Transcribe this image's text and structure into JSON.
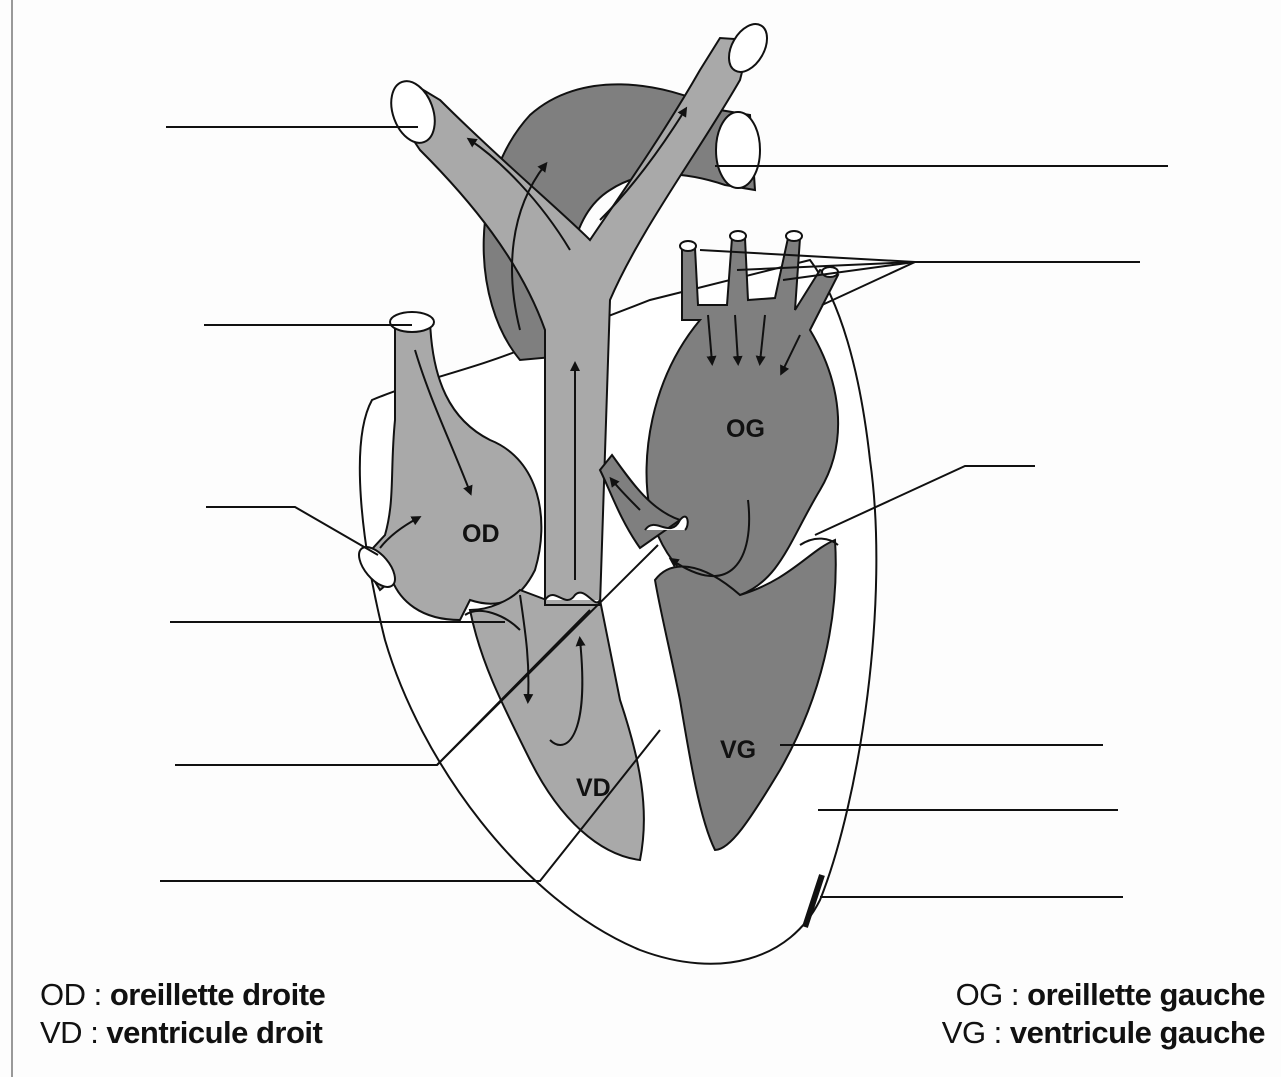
{
  "diagram": {
    "chamber_labels": {
      "od": "OD",
      "vd": "VD",
      "og": "OG",
      "vg": "VG"
    },
    "colors": {
      "right_heart": "#a9a9a9",
      "left_heart": "#7f7f7f",
      "outline": "#111111"
    }
  },
  "legend": {
    "left": [
      {
        "abbr": "OD",
        "sep": " : ",
        "text": "oreillette droite"
      },
      {
        "abbr": "VD",
        "sep": " : ",
        "text": "ventricule droit"
      }
    ],
    "right": [
      {
        "abbr": "OG",
        "sep": " : ",
        "text": "oreillette gauche"
      },
      {
        "abbr": "VG",
        "sep": " : ",
        "text": "ventricule gauche"
      }
    ]
  }
}
